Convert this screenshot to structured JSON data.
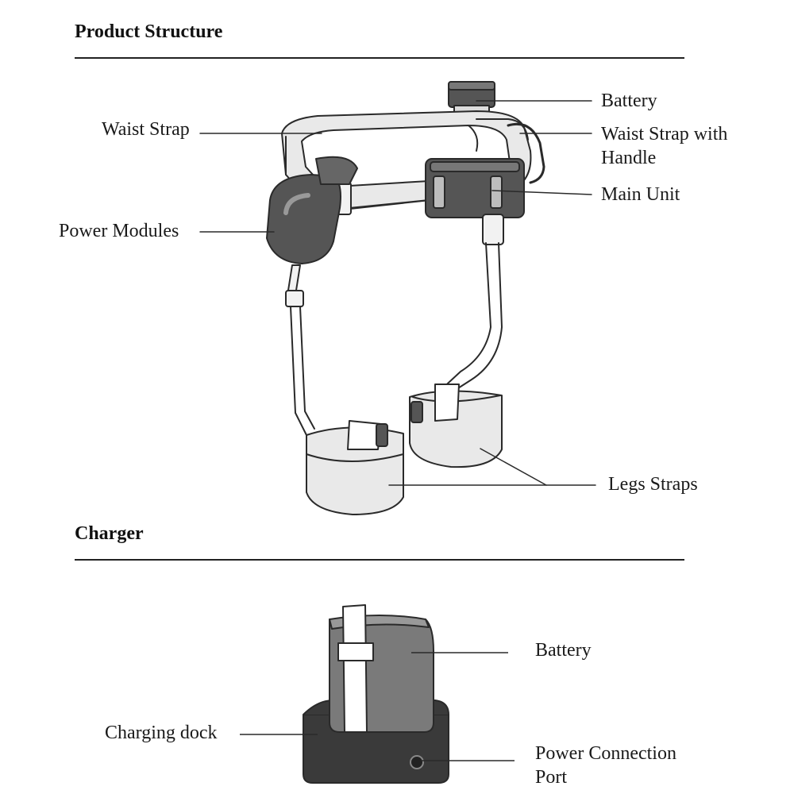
{
  "sections": {
    "product_structure": {
      "heading": "Product Structure",
      "labels": {
        "battery": "Battery",
        "waist_strap": "Waist Strap",
        "waist_strap_handle_line1": "Waist Strap with",
        "waist_strap_handle_line2": "Handle",
        "main_unit": "Main Unit",
        "power_modules": "Power Modules",
        "legs_straps": "Legs Straps"
      }
    },
    "charger": {
      "heading": "Charger",
      "labels": {
        "battery": "Battery",
        "charging_dock": "Charging dock",
        "power_port_line1": "Power Connection",
        "power_port_line2": "Port"
      }
    }
  },
  "colors": {
    "rule": "#222222",
    "outline": "#2a2a2a",
    "strap_fill": "#e9e9e9",
    "unit_fill": "#555555",
    "dock_fill": "#3a3a3a",
    "battery_fill": "#7a7a7a"
  }
}
